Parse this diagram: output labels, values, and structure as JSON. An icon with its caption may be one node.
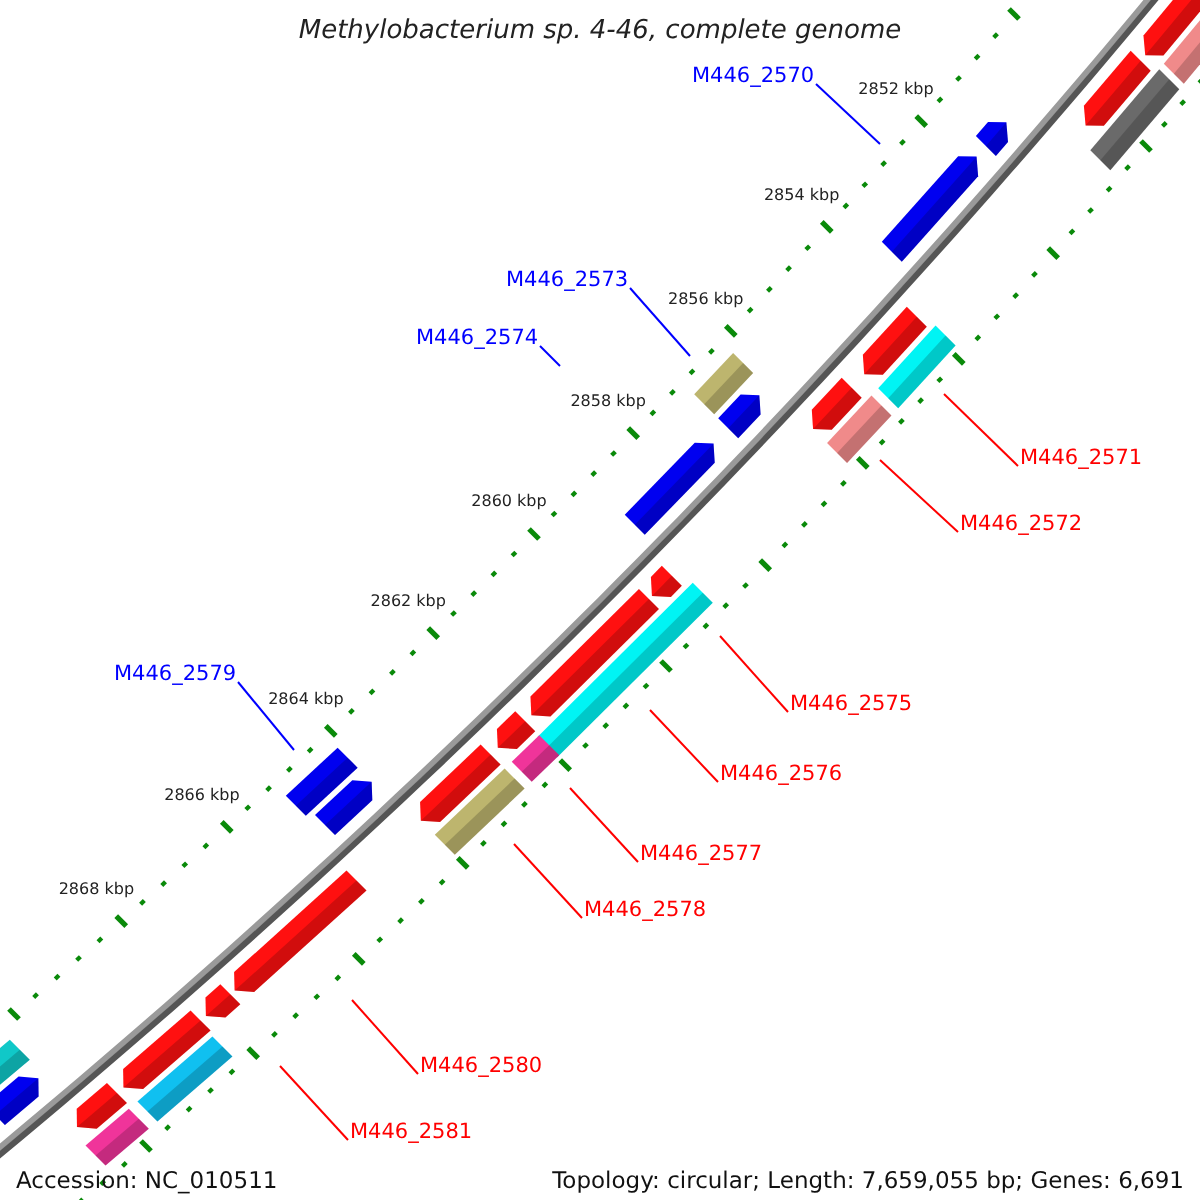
{
  "diagram": {
    "title": "Methylobacterium sp. 4-46, complete genome",
    "nodes": [
      {
        "text": [
          "M446_2570"
        ]
      },
      {
        "text": [
          "M446_2573"
        ]
      },
      {
        "text": [
          "M446_2574"
        ]
      },
      {
        "text": [
          "M446_2571"
        ]
      },
      {
        "text": [
          "M446_2572"
        ]
      },
      {
        "text": [
          "M446_2579"
        ]
      },
      {
        "text": [
          "M446_2575"
        ]
      },
      {
        "text": [
          "M446_2576"
        ]
      },
      {
        "text": [
          "M446_2577"
        ]
      },
      {
        "text": [
          "M446_2578"
        ]
      },
      {
        "text": [
          "M446_2580"
        ]
      },
      {
        "text": [
          "M446_2581"
        ]
      }
    ],
    "edges": [
      {
        "from": 0,
        "to": null,
        "arrow": "none",
        "color": "#0000ff"
      },
      {
        "from": 1,
        "to": null,
        "arrow": "none",
        "color": "#0000ff"
      },
      {
        "from": 2,
        "to": null,
        "arrow": "none",
        "color": "#0000ff"
      },
      {
        "from": 3,
        "to": null,
        "arrow": "none"
      },
      {
        "from": 4,
        "to": null,
        "arrow": "none"
      },
      {
        "from": 5,
        "to": null,
        "arrow": "none",
        "color": "#0000ff"
      },
      {
        "from": 6,
        "to": null,
        "arrow": "none"
      },
      {
        "from": 7,
        "to": null,
        "arrow": "none"
      },
      {
        "from": 8,
        "to": null,
        "arrow": "none"
      },
      {
        "from": 9,
        "to": null,
        "arrow": "none"
      },
      {
        "from": 10,
        "to": null,
        "arrow": "none"
      },
      {
        "from": 11,
        "to": null,
        "arrow": "none"
      }
    ],
    "labels": [
      "2852 kbp",
      "2854 kbp",
      "2856 kbp",
      "2858 kbp",
      "2860 kbp",
      "2862 kbp",
      "2864 kbp",
      "2866 kbp",
      "2868 kbp",
      "Accession: NC_010511",
      "Topology: circular; Length: 7,659,055 bp; Genes: 6,691"
    ]
  }
}
